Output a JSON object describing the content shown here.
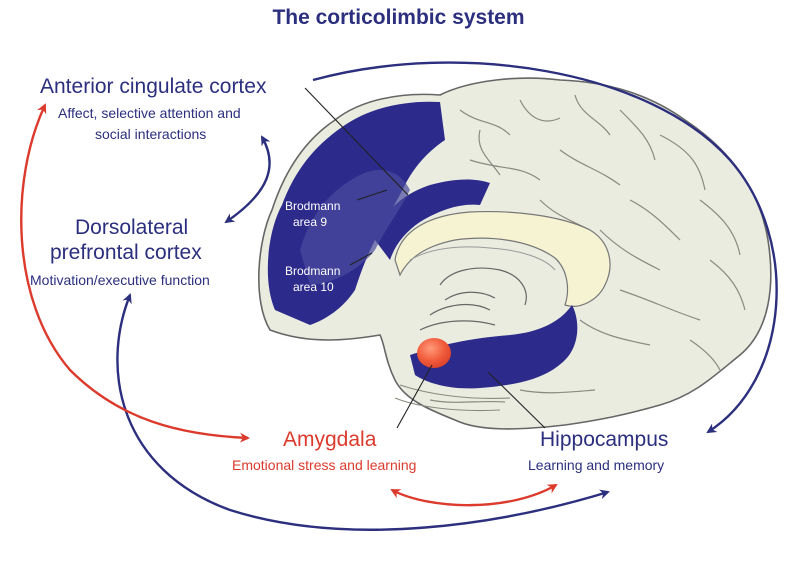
{
  "title": "The corticolimbic system",
  "regions": {
    "acc": {
      "name": "Anterior cingulate cortex",
      "desc_1": "Affect, selective attention and",
      "desc_2": "social interactions"
    },
    "dlpfc": {
      "name_1": "Dorsolateral",
      "name_2": "prefrontal cortex",
      "desc": "Motivation/executive function"
    },
    "amygdala": {
      "name": "Amygdala",
      "desc": "Emotional stress and learning"
    },
    "hippocampus": {
      "name": "Hippocampus",
      "desc": "Learning and memory"
    }
  },
  "brodmann": {
    "area9": {
      "line1": "Brodmann",
      "line2": "area 9"
    },
    "area10": {
      "line1": "Brodmann",
      "line2": "area 10"
    }
  },
  "colors": {
    "navy": "#2b2f7e",
    "red": "#dc3a2c",
    "brain": "#ebece0",
    "region": "#2c2a8a",
    "amygdala": "#f05a3a",
    "corpus_callosum": "#f6f3d2"
  }
}
